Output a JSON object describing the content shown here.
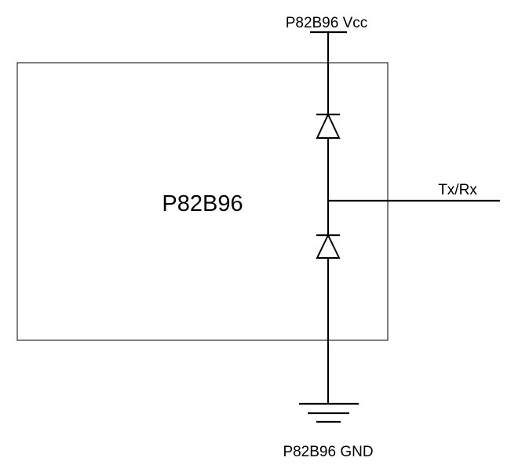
{
  "diagram": {
    "chip_label": "P82B96",
    "vcc_label": "P82B96 Vcc",
    "gnd_label": "P82B96 GND",
    "txrx_label": "Tx/Rx"
  },
  "colors": {
    "line": "#000000",
    "background": "#ffffff"
  }
}
